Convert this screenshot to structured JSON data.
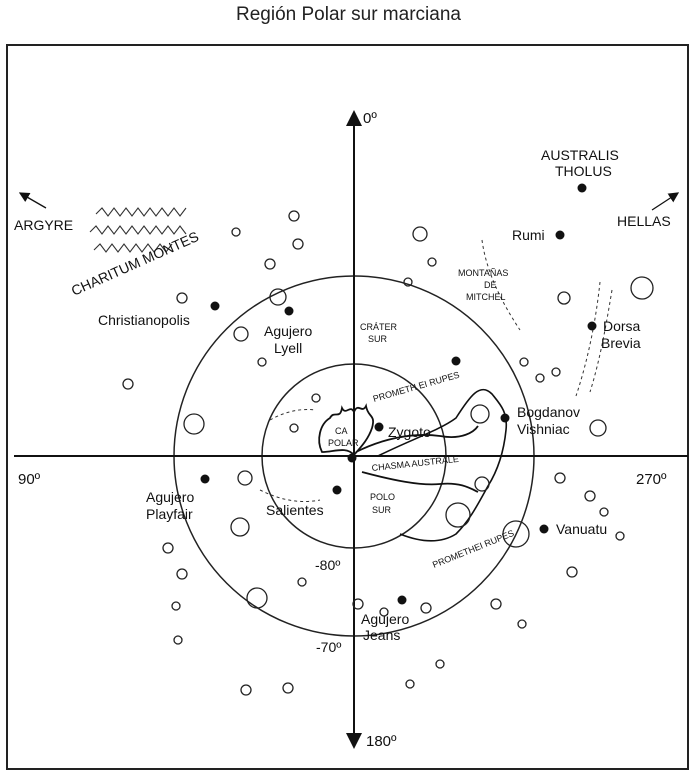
{
  "title": "Región Polar sur marciana",
  "axes": {
    "top": "0º",
    "bottom": "180º",
    "left": "90º",
    "right": "270º"
  },
  "rings": {
    "inner": "-80º",
    "outer": "-70º"
  },
  "directions": {
    "argyre": "ARGYRE",
    "hellas": "HELLAS"
  },
  "features": {
    "charitum_montes": "CHARITUM MONTES",
    "australis_tholus_1": "AUSTRALIS",
    "australis_tholus_2": "THOLUS",
    "rumi": "Rumi",
    "montanas_1": "MONTAÑAS",
    "montanas_2": "DE",
    "montanas_3": "MITCHEL",
    "christianopolis": "Christianopolis",
    "lyell_1": "Agujero",
    "lyell_2": "Lyell",
    "crater_1": "CRÁTER",
    "crater_2": "SUR",
    "dorsa_1": "Dorsa",
    "dorsa_2": "Brevia",
    "prometh_ei": "PROMETH EI RUPES",
    "bogdanov_1": "Bogdanov",
    "bogdanov_2": "Vishniac",
    "casquete_1": "CA",
    "casquete_2": "POLAR",
    "zygoto": "Zygoto",
    "chasma": "CHASMA AUSTRALE",
    "playfair_1": "Agujero",
    "playfair_2": "Playfair",
    "salientes": "Salientes",
    "polo_1": "POLO",
    "polo_2": "SUR",
    "vanuatu": "Vanuatu",
    "promethei": "PROMETHEI RUPES",
    "jeans_1": "Agujero",
    "jeans_2": "Jeans"
  }
}
